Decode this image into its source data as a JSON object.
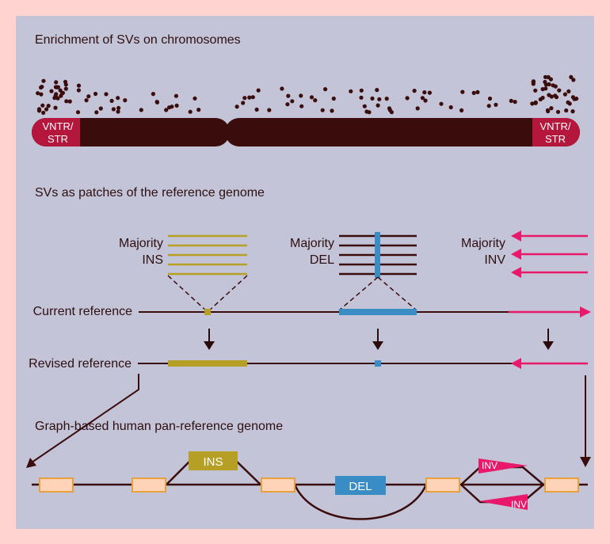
{
  "colors": {
    "outer_border": "#ffd3cf",
    "panel": "#c4c4d9",
    "line": "#3a0c0c",
    "chromosome": "#3a0c0c",
    "repeat_region": "#b5163c",
    "insertion": "#b5a025",
    "deletion": "#3a8cc4",
    "inversion": "#e8186a",
    "node_fill": "#ffd3b8",
    "node_stroke": "#e8a03c",
    "label_text": "#2e0f0f"
  },
  "section1": {
    "title": "Enrichment of SVs on chromosomes",
    "left_repeat": {
      "line1": "VNTR/",
      "line2": "STR"
    },
    "right_repeat": {
      "line1": "VNTR/",
      "line2": "STR"
    }
  },
  "section2": {
    "title": "SVs as patches of the reference genome",
    "ins_label": {
      "line1": "Majority",
      "line2": "INS"
    },
    "del_label": {
      "line1": "Majority",
      "line2": "DEL"
    },
    "inv_label": {
      "line1": "Majority",
      "line2": "INV"
    },
    "current_reference": "Current reference",
    "revised_reference": "Revised reference"
  },
  "section3": {
    "title": "Graph-based human pan-reference genome",
    "ins_box": "INS",
    "del_box": "DEL",
    "inv_top": "INV",
    "inv_bottom": "INV"
  }
}
